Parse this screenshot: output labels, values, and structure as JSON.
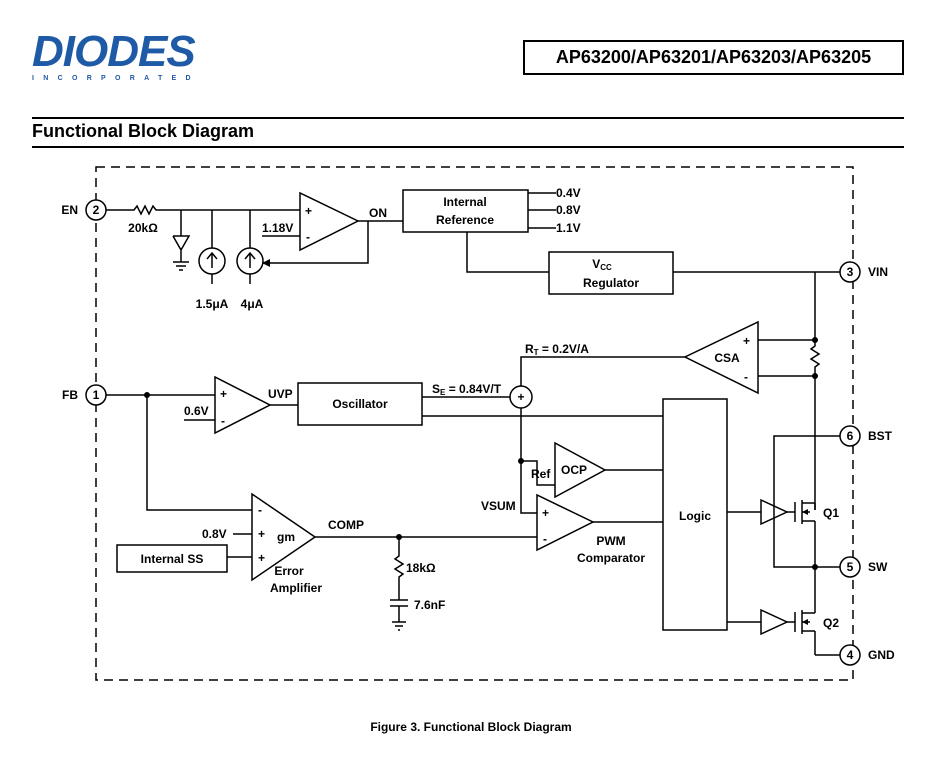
{
  "header": {
    "logo_text": "DIODES",
    "logo_subtext": "INCORPORATED",
    "part_numbers": "AP63200/AP63201/AP63203/AP63205"
  },
  "section_title": "Functional Block Diagram",
  "caption": "Figure 3. Functional Block Diagram",
  "pins": {
    "en": {
      "name": "EN",
      "number": "2"
    },
    "fb": {
      "name": "FB",
      "number": "1"
    },
    "vin": {
      "name": "VIN",
      "number": "3"
    },
    "bst": {
      "name": "BST",
      "number": "6"
    },
    "sw": {
      "name": "SW",
      "number": "5"
    },
    "gnd": {
      "name": "GND",
      "number": "4"
    }
  },
  "blocks": {
    "internal_reference": [
      "Internal",
      "Reference"
    ],
    "regulator": "Regulator",
    "vcc_main": "V",
    "vcc_sub": "CC",
    "oscillator": "Oscillator",
    "logic": "Logic",
    "internal_ss": "Internal SS",
    "ocp": "OCP",
    "ocp_ref": "Ref",
    "csa": "CSA",
    "pwm_comparator": [
      "PWM",
      "Comparator"
    ],
    "error_amplifier": [
      "Error",
      "Amplifier"
    ],
    "gm": "gm"
  },
  "reference_outputs": [
    "0.4V",
    "0.8V",
    "1.1V"
  ],
  "labels": {
    "r_20k": "20kΩ",
    "v_1_18": "1.18V",
    "on": "ON",
    "i_1_5": "1.5μA",
    "i_4": "4μA",
    "v_0_6": "0.6V",
    "uvp": "UVP",
    "se_main": "S",
    "se_sub": "E",
    "se_value": " = 0.84V/T",
    "rt_main": "R",
    "rt_sub": "T",
    "rt_value": " = 0.2V/A",
    "vsum": "VSUM",
    "v_0_8": "0.8V",
    "comp": "COMP",
    "r_18k": "18kΩ",
    "c_7_6n": "7.6nF",
    "q1": "Q1",
    "q2": "Q2",
    "plus": "+",
    "minus": "-"
  }
}
